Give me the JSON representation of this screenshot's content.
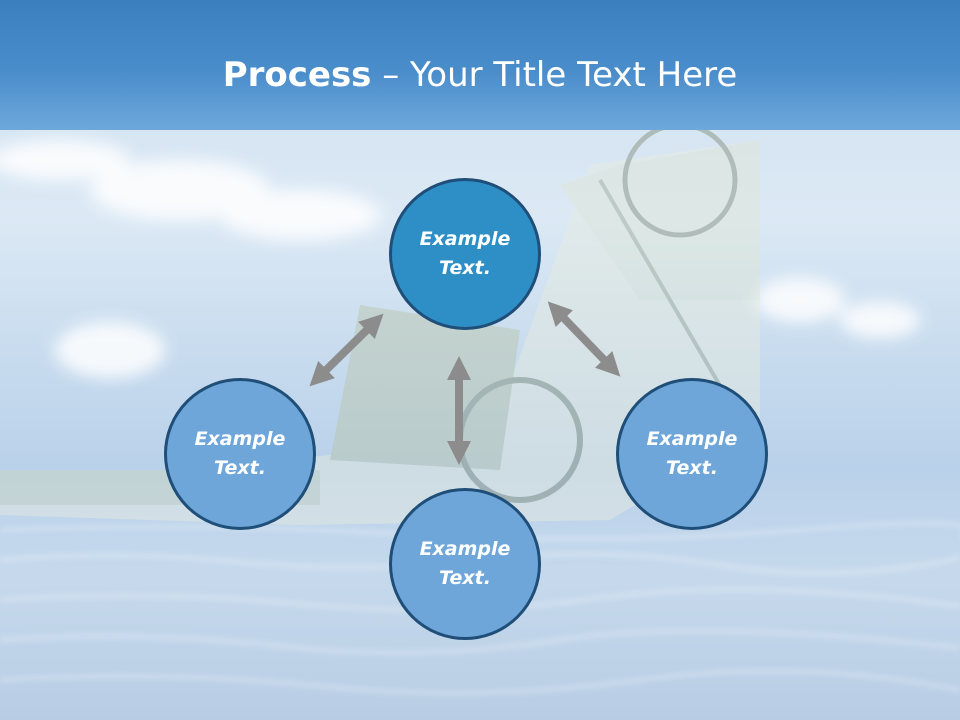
{
  "title": {
    "bold": "Process",
    "rest": " – Your Title Text Here"
  },
  "nodes": {
    "top": "Example Text.",
    "left": "Example Text.",
    "right": "Example Text.",
    "bottom": "Example Text."
  },
  "colors": {
    "accent_dark": "#2e8fc7",
    "node_light": "#6ea6d9",
    "node_border": "#1f4e78",
    "arrow": "#8c8c8c"
  }
}
